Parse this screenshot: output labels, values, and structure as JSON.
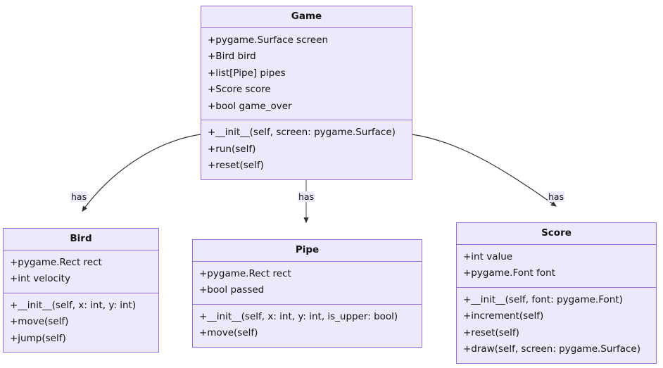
{
  "diagram": {
    "type": "uml-class-diagram",
    "background_color": "#ffffff",
    "box_fill": "#ECEAFA",
    "box_border": "#9370DB",
    "edge_color": "#333333",
    "text_color": "#131313"
  },
  "classes": [
    {
      "id": "game",
      "name": "Game",
      "attributes": [
        "+pygame.Surface screen",
        "+Bird bird",
        "+list[Pipe] pipes",
        "+Score score",
        "+bool game_over"
      ],
      "methods": [
        "+__init__(self, screen: pygame.Surface)",
        "+run(self)",
        "+reset(self)"
      ]
    },
    {
      "id": "bird",
      "name": "Bird",
      "attributes": [
        "+pygame.Rect rect",
        "+int velocity"
      ],
      "methods": [
        "+__init__(self, x: int, y: int)",
        "+move(self)",
        "+jump(self)"
      ]
    },
    {
      "id": "pipe",
      "name": "Pipe",
      "attributes": [
        "+pygame.Rect rect",
        "+bool passed"
      ],
      "methods": [
        "+__init__(self, x: int, y: int, is_upper: bool)",
        "+move(self)"
      ]
    },
    {
      "id": "score",
      "name": "Score",
      "attributes": [
        "+int value",
        "+pygame.Font font"
      ],
      "methods": [
        "+__init__(self, font: pygame.Font)",
        "+increment(self)",
        "+reset(self)",
        "+draw(self, screen: pygame.Surface)"
      ]
    }
  ],
  "relations": [
    {
      "id": "game-bird",
      "from": "Game",
      "to": "Bird",
      "label": "has"
    },
    {
      "id": "game-pipe",
      "from": "Game",
      "to": "Pipe",
      "label": "has"
    },
    {
      "id": "game-score",
      "from": "Game",
      "to": "Score",
      "label": "has"
    }
  ]
}
